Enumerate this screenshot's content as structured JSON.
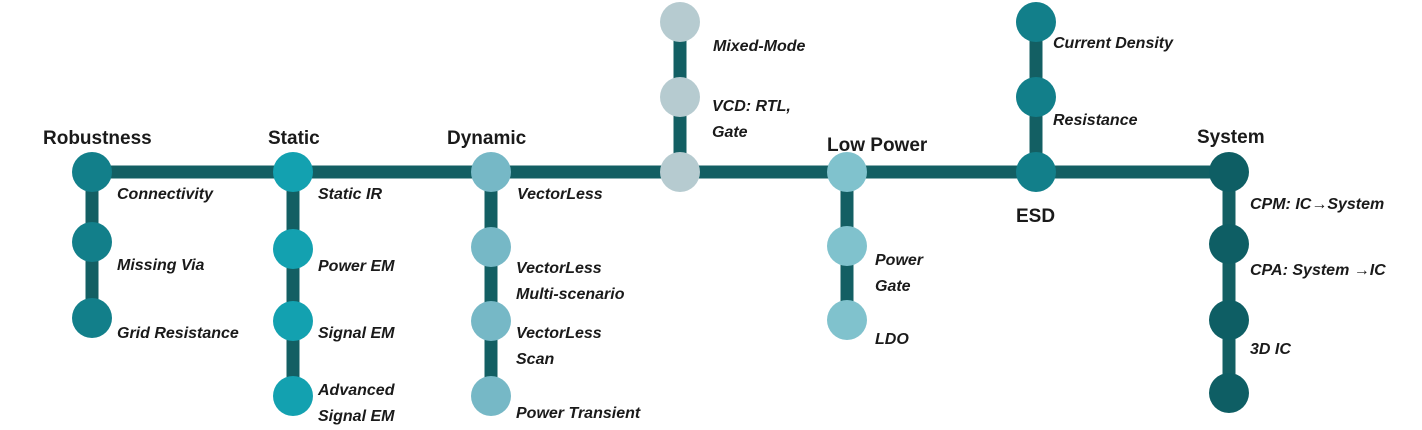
{
  "colors": {
    "line": "#135f63",
    "node_robustness": "#127f8a",
    "node_static": "#13a1b0",
    "node_dynamic": "#76b8c6",
    "node_mixed": "#b6cbd0",
    "node_lowpower": "#80c2cd",
    "node_esd": "#127f8a",
    "node_system": "#0e5e64"
  },
  "categories": {
    "robustness": "Robustness",
    "static": "Static",
    "dynamic": "Dynamic",
    "low_power": "Low Power",
    "esd": "ESD",
    "system": "System"
  },
  "items": {
    "robustness": [
      "Connectivity",
      "Missing Via",
      "Grid Resistance"
    ],
    "static": [
      "Static IR",
      "Power EM",
      "Signal EM",
      "Advanced",
      "Signal EM"
    ],
    "dynamic": [
      "VectorLess",
      "VectorLess",
      "Multi-scenario",
      "VectorLess",
      "Scan",
      "Power Transient"
    ],
    "mixed": [
      "Mixed-Mode",
      "VCD: RTL,",
      "Gate"
    ],
    "low_power": [
      "Power",
      "Gate",
      "LDO"
    ],
    "esd": [
      "Current Density",
      "Resistance"
    ],
    "system": [
      "CPM: IC→System",
      "CPA: System →IC",
      "3D IC"
    ]
  }
}
